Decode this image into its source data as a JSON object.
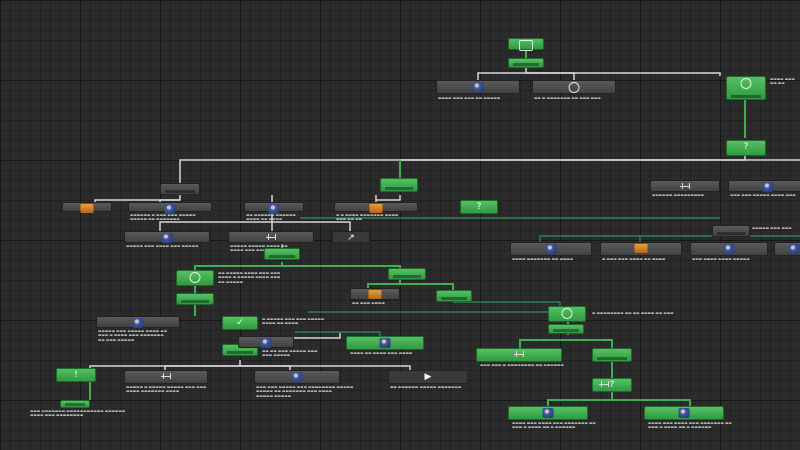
{
  "graph": {
    "background": "#2b2b2b",
    "wire_colors": {
      "white": "#d8d8d8",
      "green": "#3fae55",
      "teal": "#2e8f6a"
    },
    "nodes": [
      {
        "id": "root",
        "style": "green",
        "icon": "entry-icon"
      },
      {
        "id": "root_sel",
        "style": "green",
        "icon": "selector-icon"
      },
      {
        "id": "a1",
        "style": "dark",
        "icon": "person-icon"
      },
      {
        "id": "a2",
        "style": "dark",
        "icon": "wait-icon"
      },
      {
        "id": "loop1",
        "style": "green",
        "icon": "loop-icon"
      },
      {
        "id": "q1",
        "style": "green",
        "icon": "question-icon"
      },
      {
        "id": "n2l",
        "style": "dark",
        "icon": "parallel-icon"
      },
      {
        "id": "n2m",
        "style": "green",
        "icon": "sequence-icon"
      },
      {
        "id": "n2q",
        "style": "green",
        "icon": "question-icon"
      },
      {
        "id": "r1",
        "style": "dark",
        "icon": "fork-icon"
      },
      {
        "id": "r2",
        "style": "dark",
        "icon": "person-icon"
      },
      {
        "id": "b1",
        "style": "dark",
        "icon": "task-icon"
      },
      {
        "id": "b2",
        "style": "dark",
        "icon": "person-icon"
      },
      {
        "id": "b3",
        "style": "dark",
        "icon": "person-icon"
      },
      {
        "id": "b4",
        "style": "dark",
        "icon": "task-icon"
      },
      {
        "id": "c1",
        "style": "dark",
        "icon": "person-icon"
      },
      {
        "id": "c2",
        "style": "dark",
        "icon": "fork-icon"
      },
      {
        "id": "c3",
        "style": "darkleaf",
        "icon": "arrow-icon"
      },
      {
        "id": "seq3",
        "style": "green",
        "icon": "sequence-icon"
      },
      {
        "id": "q2r",
        "style": "dark",
        "icon": "sequence-icon"
      },
      {
        "id": "d1",
        "style": "dark",
        "icon": "person-icon"
      },
      {
        "id": "d2",
        "style": "dark",
        "icon": "task-icon"
      },
      {
        "id": "d3",
        "style": "dark",
        "icon": "person-icon"
      },
      {
        "id": "d4",
        "style": "dark",
        "icon": "person-icon"
      },
      {
        "id": "loop2",
        "style": "green",
        "icon": "loop-icon"
      },
      {
        "id": "e2",
        "style": "green",
        "icon": "sequence-icon"
      },
      {
        "id": "e3",
        "style": "dark",
        "icon": "task-icon"
      },
      {
        "id": "e4",
        "style": "green",
        "icon": "sequence-icon"
      },
      {
        "id": "f1",
        "style": "green",
        "icon": "sequence-icon"
      },
      {
        "id": "f2",
        "style": "dark",
        "icon": "person-icon"
      },
      {
        "id": "chk",
        "style": "green",
        "icon": "check-icon"
      },
      {
        "id": "g1",
        "style": "dark",
        "icon": "person-icon"
      },
      {
        "id": "g2",
        "style": "green",
        "icon": "task-icon"
      },
      {
        "id": "loop3",
        "style": "green",
        "icon": "loop-icon"
      },
      {
        "id": "h1",
        "style": "green",
        "icon": "parallel-icon"
      },
      {
        "id": "h2",
        "style": "green",
        "icon": "sequence-icon"
      },
      {
        "id": "h3",
        "style": "green",
        "icon": "question-icon"
      },
      {
        "id": "ex",
        "style": "green",
        "icon": "alert-icon"
      },
      {
        "id": "i1",
        "style": "dark",
        "icon": "parallel-icon"
      },
      {
        "id": "i2",
        "style": "dark",
        "icon": "person-icon"
      },
      {
        "id": "i3",
        "style": "darkleaf",
        "icon": "play-icon"
      },
      {
        "id": "j1",
        "style": "green",
        "icon": "person-icon"
      },
      {
        "id": "j2",
        "style": "green",
        "icon": "person-icon"
      }
    ]
  }
}
